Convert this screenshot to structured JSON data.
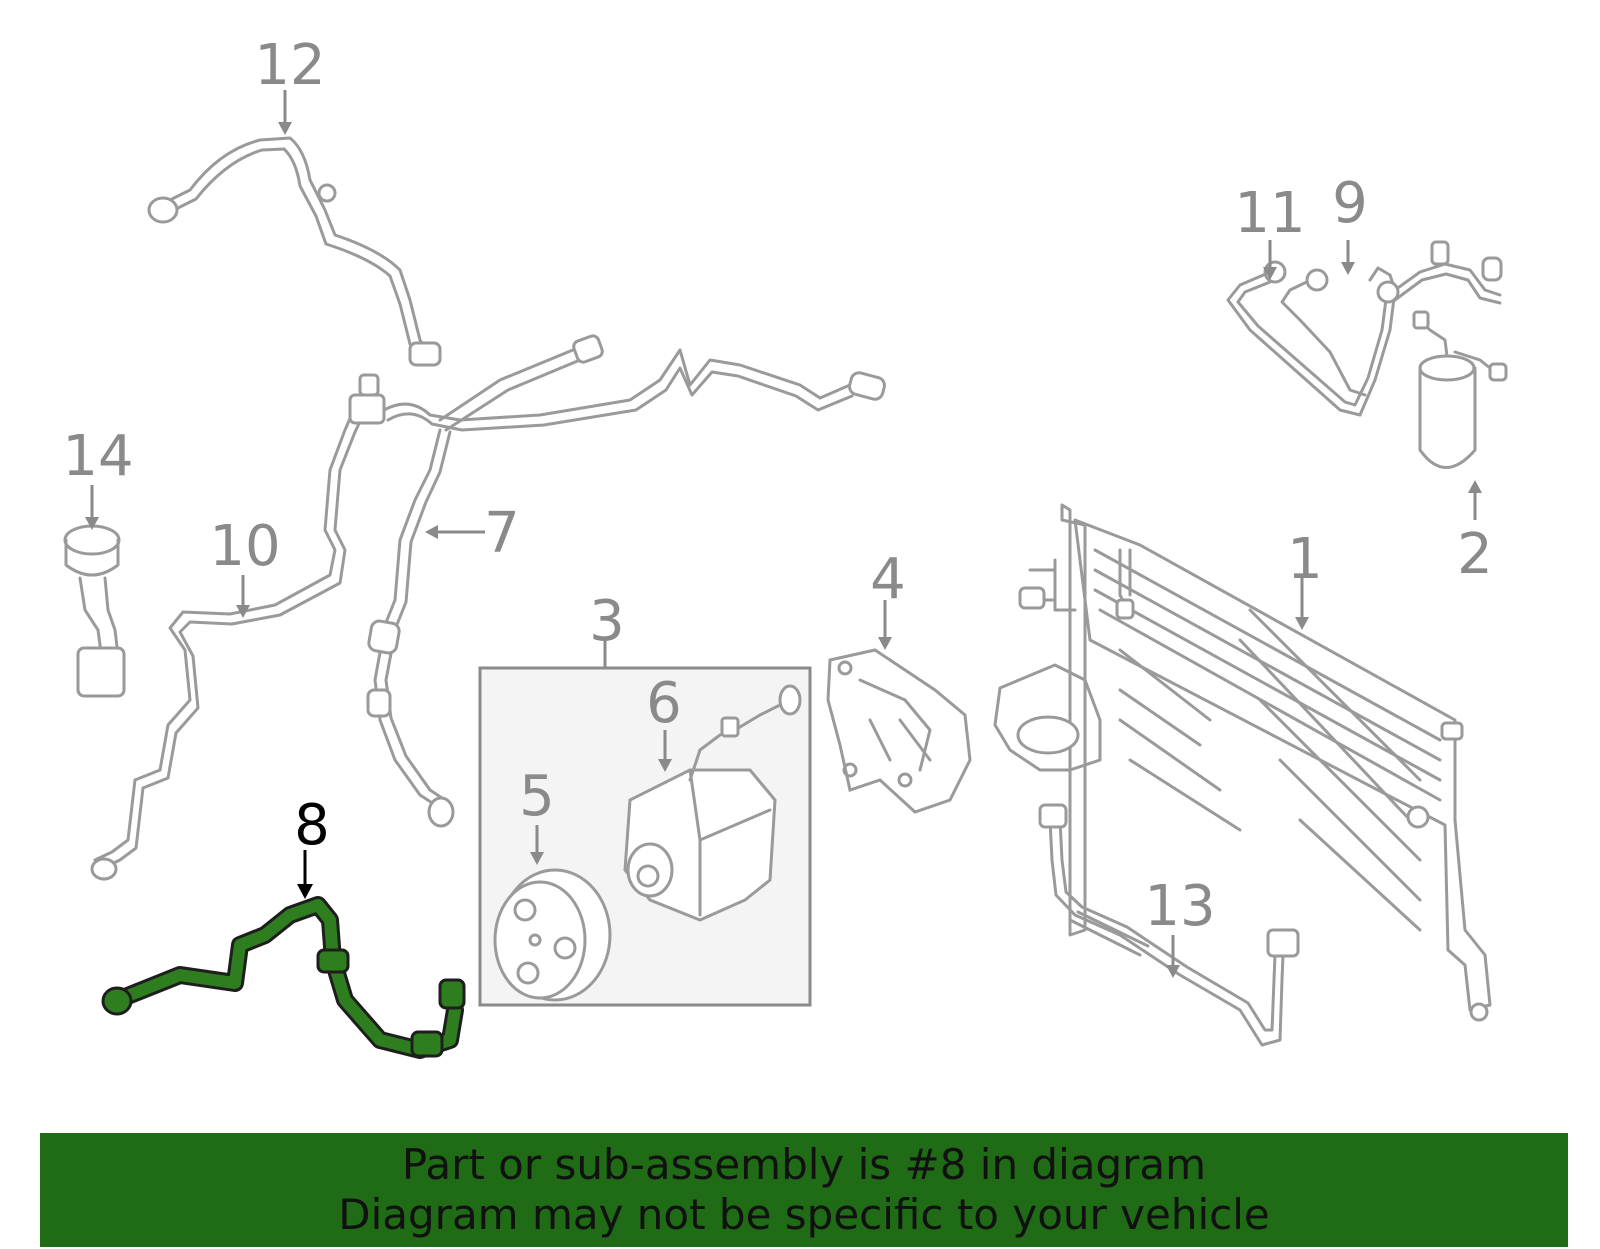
{
  "callouts": {
    "c1": "1",
    "c2": "2",
    "c3": "3",
    "c4": "4",
    "c5": "5",
    "c6": "6",
    "c7": "7",
    "c8": "8",
    "c9": "9",
    "c10": "10",
    "c11": "11",
    "c12": "12",
    "c13": "13",
    "c14": "14"
  },
  "highlighted_part": "8",
  "colors": {
    "highlight": "#2e7d1f",
    "banner": "#1f6b16",
    "callout": "#8a8a8a",
    "line_art": "#9a9a9a"
  },
  "banner": {
    "line1": "Part or sub-assembly is #8 in diagram",
    "line2": "Diagram may not be specific to your vehicle"
  }
}
